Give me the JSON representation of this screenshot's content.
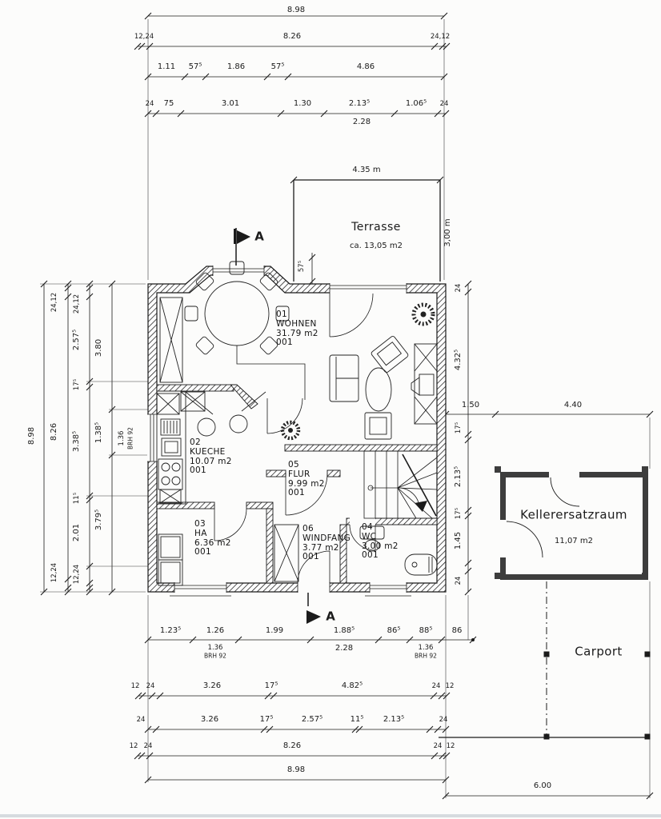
{
  "section": {
    "label": "A"
  },
  "terrace": {
    "name": "Terrasse",
    "area": "ca. 13,05 m2",
    "width": "4.35 m",
    "depth": "3,00 m",
    "offset": "57⁵"
  },
  "rooms": [
    {
      "id": "01",
      "name": "WOHNEN",
      "area": "31.79 m2",
      "level": "001"
    },
    {
      "id": "02",
      "name": "KUECHE",
      "area": "10.07 m2",
      "level": "001"
    },
    {
      "id": "03",
      "name": "HA",
      "area": "6.36 m2",
      "level": "001"
    },
    {
      "id": "04",
      "name": "WC",
      "area": "3.00 m2",
      "level": "001"
    },
    {
      "id": "05",
      "name": "FLUR",
      "area": "9.99 m2",
      "level": "001"
    },
    {
      "id": "06",
      "name": "WINDFANG",
      "area": "3.77 m2",
      "level": "001"
    }
  ],
  "keller": {
    "name": "Kellerersatzraum",
    "area": "11,07 m2"
  },
  "carport": {
    "name": "Carport",
    "width": "6.00"
  },
  "dims": {
    "t1": [
      "8.98"
    ],
    "t2": [
      "12,24",
      "8.26",
      "24,12"
    ],
    "t3": [
      "1.11",
      "57⁵",
      "1.86",
      "57⁵",
      "4.86"
    ],
    "t4": [
      "24",
      "75",
      "3.01",
      "1.30",
      "2.13⁵",
      "1.06⁵",
      "24",
      "2.28"
    ],
    "l1": [
      "8.98"
    ],
    "l2": [
      "24,12",
      "8.26",
      "12,24"
    ],
    "l3": [
      "24,12",
      "2.57⁵",
      "17⁵",
      "3.38⁵",
      "11⁵",
      "2.01",
      "12,24"
    ],
    "l4": [
      "3.80",
      "1.38⁵",
      "3.79⁵"
    ],
    "lw": [
      "1.36",
      "BRH 92"
    ],
    "r1": [
      "24",
      "4.32⁵",
      "17⁵",
      "2.13⁵",
      "17⁵",
      "1.45",
      "24"
    ],
    "r2": [
      "1.50",
      "4.40"
    ],
    "b1": [
      "1.23⁵",
      "1.26",
      "1.99",
      "1.88⁵",
      "86⁵",
      "88⁵",
      "86"
    ],
    "b1s": [
      "1.36",
      "BRH 92",
      "2.28",
      "1.36",
      "BRH 92"
    ],
    "b2": [
      "12",
      "24",
      "3.26",
      "17⁵",
      "4.82⁵",
      "24",
      "12"
    ],
    "b3": [
      "24",
      "3.26",
      "17⁵",
      "2.57⁵",
      "11⁵",
      "2.13⁵",
      "24"
    ],
    "b4": [
      "12",
      "24",
      "8.26",
      "24",
      "12"
    ],
    "b5": [
      "8.98"
    ]
  }
}
